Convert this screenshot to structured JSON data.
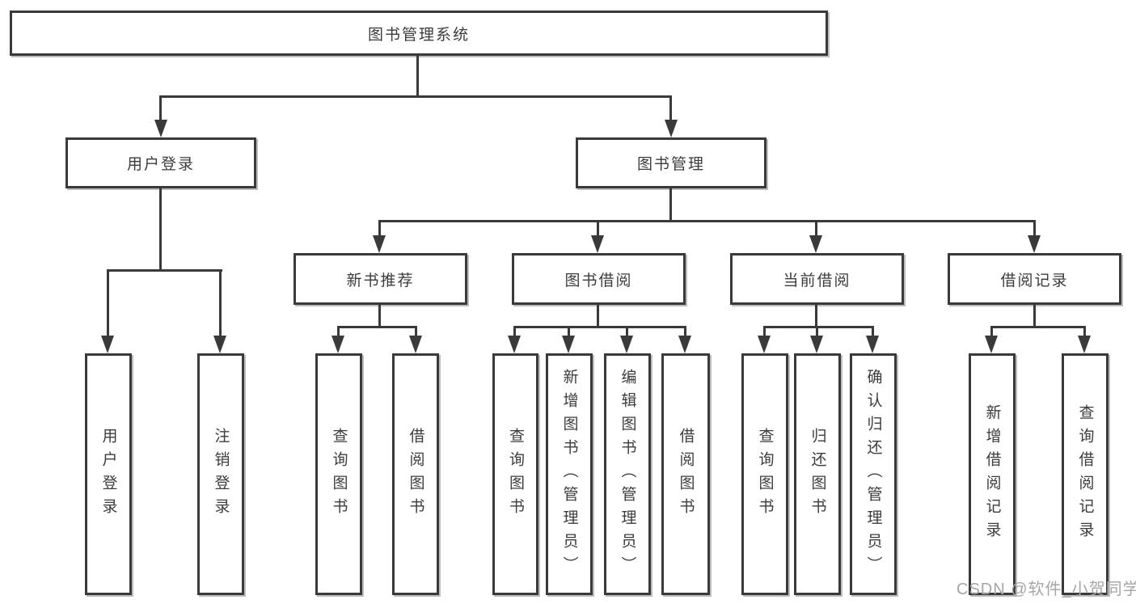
{
  "diagram": {
    "title_node": {
      "label": "图书管理系统"
    },
    "level2": [
      {
        "label": "用户登录"
      },
      {
        "label": "图书管理"
      }
    ],
    "level3": [
      {
        "label": "新书推荐"
      },
      {
        "label": "图书借阅"
      },
      {
        "label": "当前借阅"
      },
      {
        "label": "借阅记录"
      }
    ],
    "leaves": {
      "user_login": [
        {
          "label": "用户登录"
        },
        {
          "label": "注销登录"
        }
      ],
      "new_book": [
        {
          "label": "查询图书"
        },
        {
          "label": "借阅图书"
        }
      ],
      "book_borrow": [
        {
          "label": "查询图书"
        },
        {
          "label": "新增图书（管理员）"
        },
        {
          "label": "编辑图书（管理员）"
        },
        {
          "label": "借阅图书"
        }
      ],
      "current_borrow": [
        {
          "label": "查询图书"
        },
        {
          "label": "归还图书"
        },
        {
          "label": "确认归还（管理员）"
        }
      ],
      "borrow_records": [
        {
          "label": "新增借阅记录"
        },
        {
          "label": "查询借阅记录"
        }
      ]
    }
  },
  "watermark": {
    "text": "CSDN @软件_小贺同学"
  },
  "colors": {
    "line": "#3a3a3a",
    "text": "#3c3c3c",
    "background": "#ffffff",
    "watermark": "#a6a6a6"
  }
}
